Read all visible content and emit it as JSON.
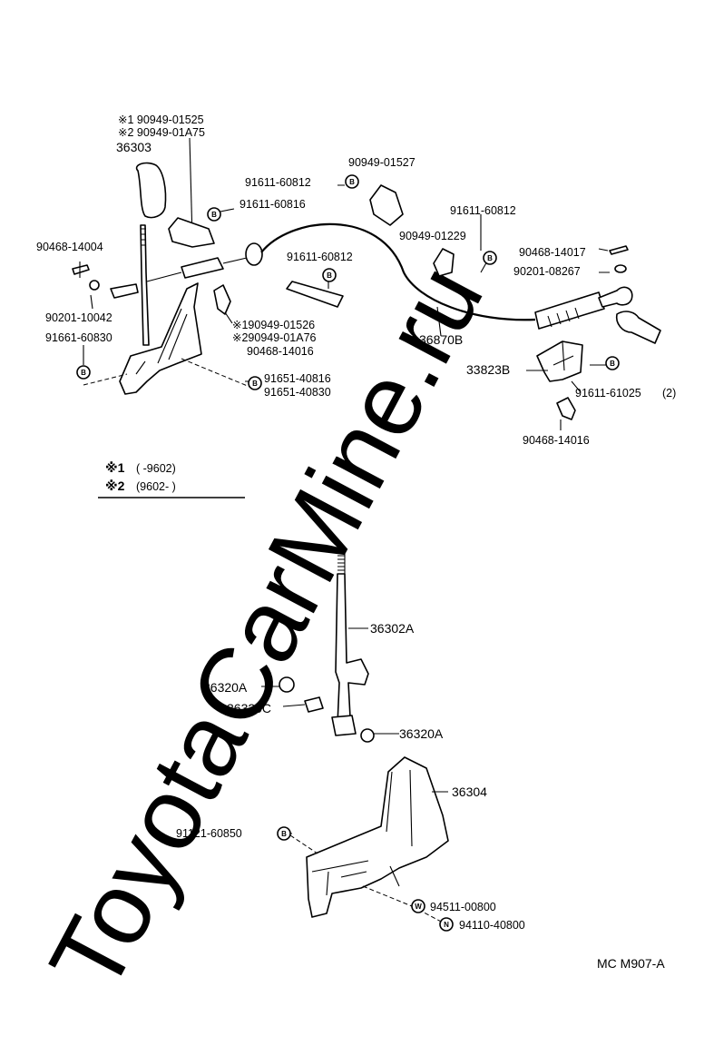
{
  "watermark": "ToyotaCarMine.ru",
  "drawing_code": "MC M907-A",
  "legend": {
    "row1_mark": "※1",
    "row1_range": "(          -9602)",
    "row2_mark": "※2",
    "row2_range": "(9602-          )"
  },
  "markers": {
    "bolt": "B",
    "washer": "W",
    "nut": "N"
  },
  "upper_labels": {
    "knob_cap1": "※1 90949-01525",
    "knob_cap2": "※2 90949-01A75",
    "knob": "36303",
    "cotter_pin_a": "90468-14004",
    "washer_a": "90201-10042",
    "bolt_base": "91661-60830",
    "bolt_clamp_a": "91611-60812",
    "bolt_clamp_b": "91611-60816",
    "clip_top": "90949-01527",
    "bolt_clamp_c": "91611-60812",
    "bolt_bracket_right": "91611-60812",
    "clip_right": "90949-01229",
    "cotter_pin_b": "90468-14017",
    "washer_b": "90201-08267",
    "clip_mid1": "※190949-01526",
    "clip_mid2": "※290949-01A76",
    "clip_mid3": "90468-14016",
    "bolt_mount1": "91651-40816",
    "bolt_mount2": "91651-40830",
    "cable": "36870B",
    "bracket": "33823B",
    "bolt_bracket": "91611-61025",
    "bolt_bracket_qty": "(2)",
    "clip_bottom": "90468-14016"
  },
  "lower_labels": {
    "lever": "36302A",
    "bushing_a": "36320A",
    "bushing_c": "36320C",
    "bushing_a2": "36320A",
    "base": "36304",
    "base_bolt": "91121-60850",
    "base_washer": "94511-00800",
    "base_nut": "94110-40800"
  }
}
